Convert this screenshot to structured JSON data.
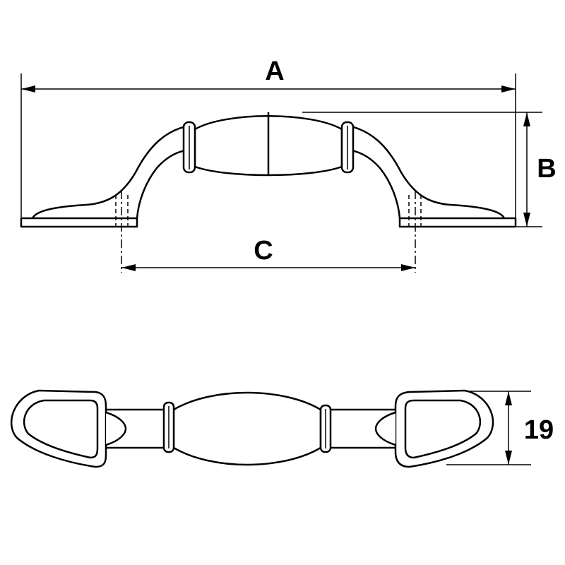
{
  "drawing": {
    "dim_a": "A",
    "dim_b": "B",
    "dim_c": "C",
    "dim_depth": "19"
  },
  "colors": {
    "ink": "#000000",
    "background": "#ffffff"
  }
}
